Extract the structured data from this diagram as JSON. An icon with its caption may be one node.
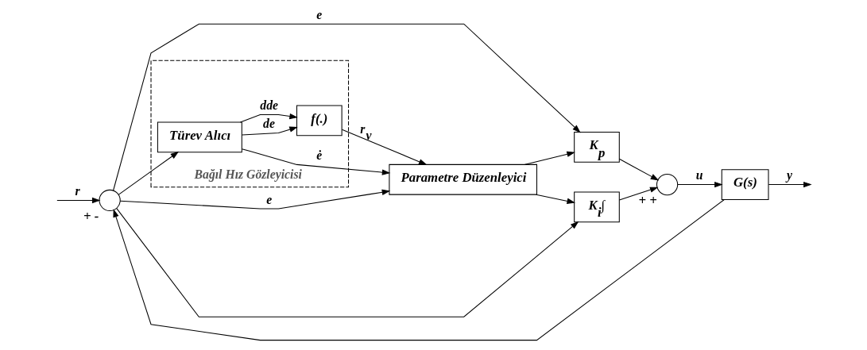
{
  "diagram": {
    "nodes": [
      {
        "text": [],
        "shape": "circle",
        "beside": [
          "+",
          "-"
        ]
      },
      {
        "text": [
          "K$_{p}$"
        ]
      },
      {
        "text": [
          "K$_{i}$∫"
        ]
      },
      {
        "text": [],
        "shape": "circle",
        "beside": [
          "+",
          "+"
        ]
      },
      {
        "text": [
          "G(s)"
        ]
      },
      {
        "text": [
          "Parametre Düzenleyici"
        ]
      },
      {
        "text": [
          "Bağıl Hız Gözleyicisi"
        ]
      },
      {
        "text": [
          "Türev Alıcı"
        ],
        "in": 6
      },
      {
        "text": [
          "f(.)"
        ],
        "in": 6
      }
    ],
    "edges": [
      {
        "from": null,
        "to": 0,
        "arrow": "to",
        "label": "r"
      },
      {
        "from": 0,
        "to": 1,
        "arrow": "to",
        "label": "e"
      },
      {
        "from": 0,
        "to": 2,
        "arrow": "to"
      },
      {
        "from": 0,
        "to": 5,
        "arrow": "to",
        "label": "e"
      },
      {
        "from": 0,
        "to": 7,
        "arrow": "to"
      },
      {
        "from": 7,
        "to": 8,
        "arrow": "to",
        "label": "de"
      },
      {
        "from": 7,
        "to": 8,
        "arrow": "to",
        "label": "dde"
      },
      {
        "from": 7,
        "to": 5,
        "arrow": "to",
        "label": "ė"
      },
      {
        "from": 8,
        "to": 5,
        "arrow": "to",
        "label": "r$_{v}$"
      },
      {
        "from": 5,
        "to": 1,
        "arrow": "to"
      },
      {
        "from": 5,
        "to": 2,
        "arrow": "to"
      },
      {
        "from": 1,
        "to": 3,
        "arrow": "to"
      },
      {
        "from": 2,
        "to": 3,
        "arrow": "to"
      },
      {
        "from": 3,
        "to": 4,
        "arrow": "to",
        "label": "u"
      },
      {
        "from": 4,
        "to": null,
        "arrow": "to",
        "label": "y"
      },
      {
        "from": 4,
        "to": 0,
        "arrow": "to"
      }
    ]
  }
}
